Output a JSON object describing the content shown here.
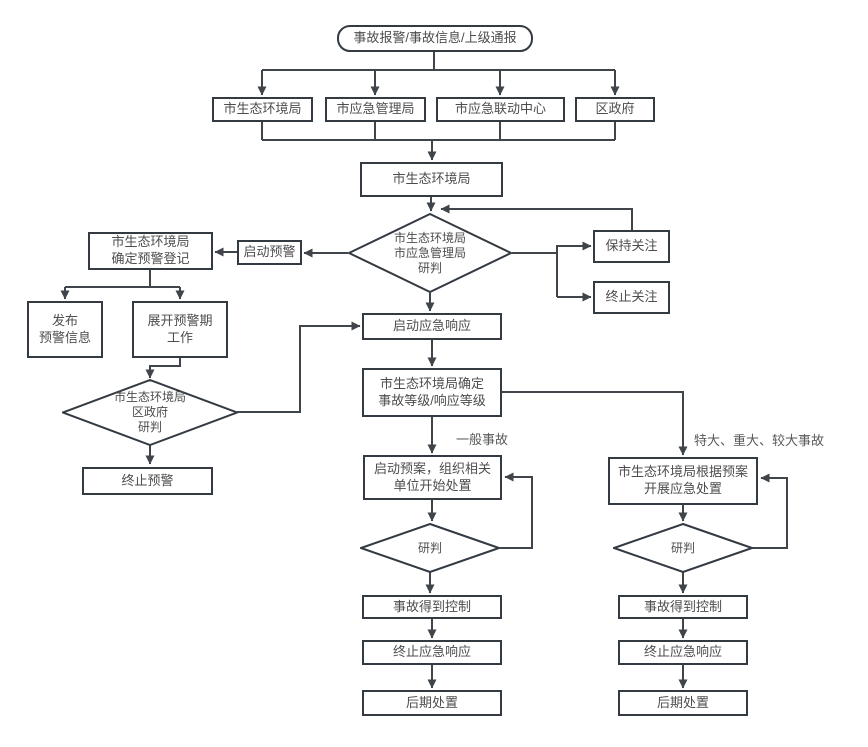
{
  "nodes": {
    "start": "事故报警/事故信息/上级通报",
    "env_bureau_top": "市生态环境局",
    "emergency_mgmt_bureau": "市应急管理局",
    "emergency_link_center": "市应急联动中心",
    "district_gov": "区政府",
    "env_bureau_main": "市生态环境局",
    "judge_top": "市生态环境局\n市应急管理局\n研判",
    "start_warning": "启动预警",
    "confirm_warning": "市生态环境局\n确定预警登记",
    "keep_watch": "保持关注",
    "stop_watch": "终止关注",
    "publish_warning_info": "发布\n预警信息",
    "warning_period_work": "展开预警期\n工作",
    "judge_warning": "市生态环境局\n区政府\n研判",
    "stop_warning": "终止预警",
    "start_response": "启动应急响应",
    "determine_level": "市生态环境局确定\n事故等级/响应等级",
    "start_plan": "启动预案，组织相关\n单位开始处置",
    "bureau_plan_handle": "市生态环境局根据预案\n开展应急处置",
    "judge_general": "研判",
    "judge_major": "研判",
    "controlled_general": "事故得到控制",
    "stop_response_general": "终止应急响应",
    "post_disposal_general": "后期处置",
    "controlled_major": "事故得到控制",
    "stop_response_major": "终止应急响应",
    "post_disposal_major": "后期处置"
  },
  "edge_labels": {
    "general_accident": "一般事故",
    "major_accident": "特大、重大、较大事故"
  },
  "colors": {
    "background": "#ffffff",
    "node_border": "#333a42",
    "connector": "#3f454a",
    "text": "#4d4d4d"
  }
}
